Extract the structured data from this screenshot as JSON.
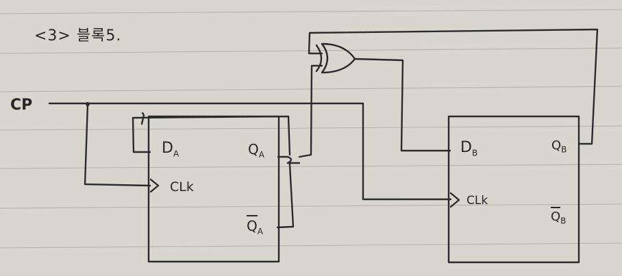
{
  "title": "<3> 블록5.",
  "labels": {
    "cp": "CP",
    "ff_a": {
      "d": "D",
      "d_sub": "A",
      "q": "Q",
      "q_sub": "A",
      "clk": "CLk",
      "q_not": "Q",
      "q_not_sub": "A"
    },
    "ff_b": {
      "d": "D",
      "d_sub": "B",
      "q": "Q",
      "q_sub": "B",
      "clk": "CLk",
      "q_not": "Q",
      "q_not_sub": "B"
    }
  },
  "colors": {
    "paper": "#d9d6d0",
    "ink": "#2a2a2a",
    "rule": "#b9b5ae"
  }
}
